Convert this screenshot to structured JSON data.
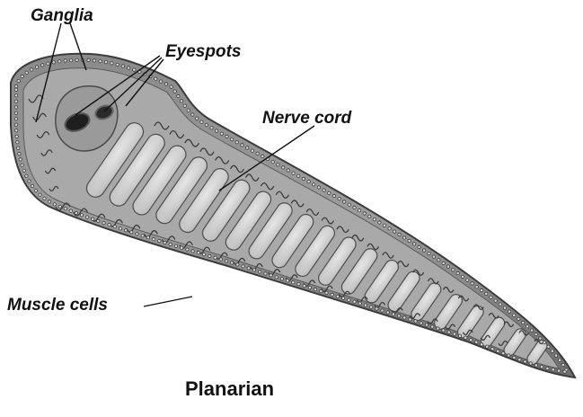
{
  "diagram": {
    "caption": "Planarian",
    "labels": {
      "ganglia": "Ganglia",
      "eyespots": "Eyespots",
      "nerve_cord": "Nerve cord",
      "muscle_cells": "Muscle cells"
    }
  }
}
